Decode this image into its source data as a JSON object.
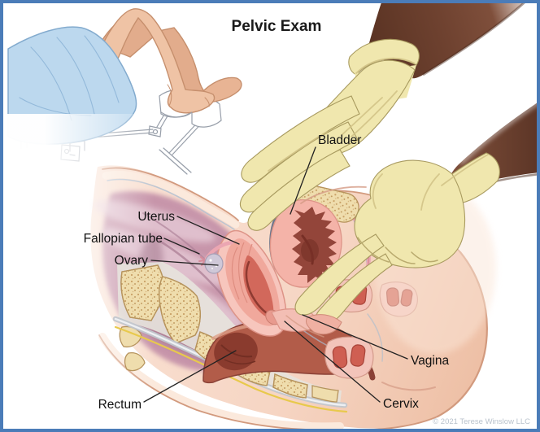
{
  "title": "Pelvic Exam",
  "copyright": "© 2021 Terese Winslow LLC",
  "labels": {
    "bladder": "Bladder",
    "uterus": "Uterus",
    "fallopian_tube": "Fallopian tube",
    "ovary": "Ovary",
    "vagina": "Vagina",
    "cervix": "Cervix",
    "rectum": "Rectum"
  },
  "colors": {
    "border": "#4b7cb8",
    "glove": "#f0e7ae",
    "examiner_skin": "#6f4434",
    "patient_leg_skin": "#efc3a5",
    "drape_blue": "#bcd8ee",
    "body_skin": "#f6d6c6",
    "pelvic_cavity": "#c795aa",
    "bone": "#efddad",
    "bladder_interior": "#93453a",
    "uterus_wall": "#f0a89c",
    "rectum": "#b25c49",
    "nerve_yellow": "#e8c94c",
    "label_text": "#111111"
  }
}
